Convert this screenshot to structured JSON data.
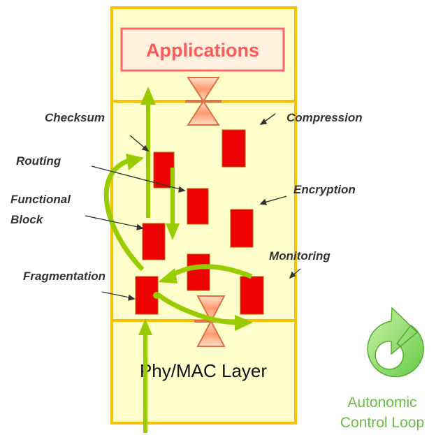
{
  "layers": {
    "applications": "Applications",
    "phy_mac": "Phy/MAC Layer"
  },
  "labels": {
    "checksum": "Checksum",
    "compression": "Compression",
    "routing": "Routing",
    "encryption": "Encryption",
    "functional_block_line1": "Functional",
    "functional_block_line2": "Block",
    "monitoring": "Monitoring",
    "fragmentation": "Fragmentation"
  },
  "legend": {
    "line1": "Autonomic",
    "line2": "Control Loop"
  },
  "colors": {
    "stack_fill": "#ffffcc",
    "stack_border": "#f6c200",
    "block_fill": "#ee0000",
    "arrow_green": "#99cc00",
    "hourglass": "#e07040",
    "app_text": "#ff5a5a",
    "loop_green": "#99dd66"
  }
}
